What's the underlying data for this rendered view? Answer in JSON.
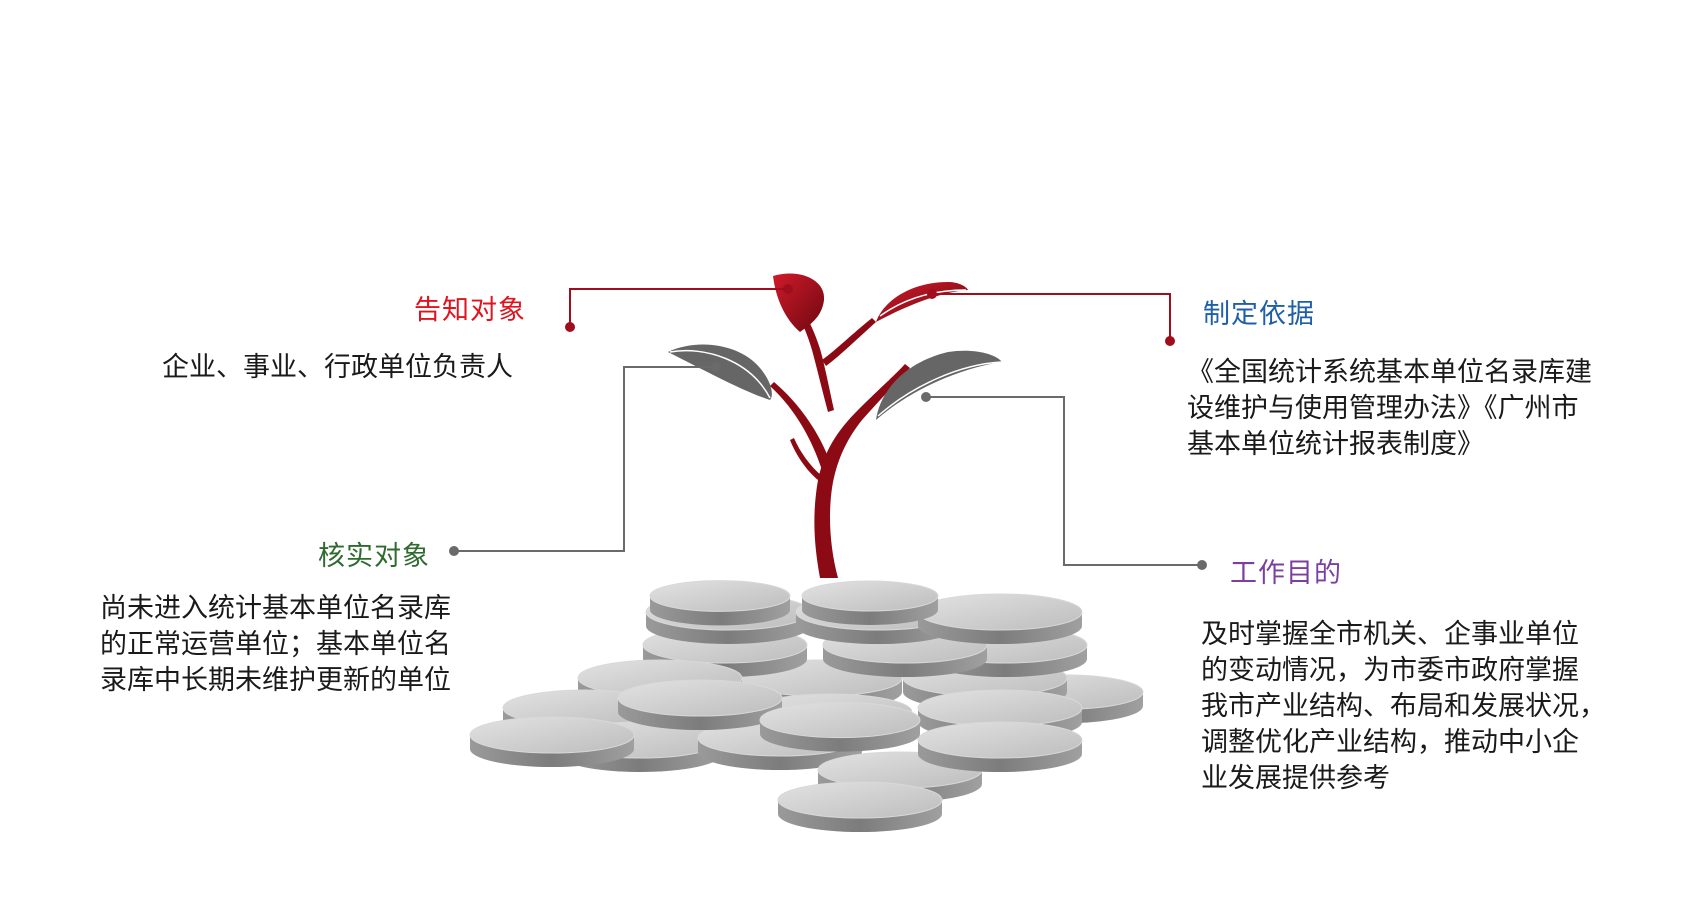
{
  "sections": {
    "notify_target": {
      "title": "告知对象",
      "lines": [
        "企业、事业、行政单位负责人"
      ],
      "color": "#e0141e"
    },
    "basis": {
      "title": "制定依据",
      "lines": [
        "《全国统计系统基本单位名录库建",
        "设维护与使用管理办法》《广州市",
        "基本单位统计报表制度》"
      ],
      "color": "#1f5fa8"
    },
    "verify_target": {
      "title": "核实对象",
      "lines": [
        "尚未进入统计基本单位名录库",
        "的正常运营单位；基本单位名",
        "录库中长期未维护更新的单位"
      ],
      "color": "#2f6b2f"
    },
    "purpose": {
      "title": "工作目的",
      "lines": [
        "及时掌握全市机关、企事业单位",
        "的变动情况，为市委市政府掌握",
        "我市产业结构、布局和发展状况，",
        "调整优化产业结构，推动中小企",
        "业发展提供参考"
      ],
      "color": "#7b3fa0"
    }
  },
  "colors": {
    "stem": "#8b0a14",
    "leaf_red": "#b01020",
    "leaf_gray": "#666666",
    "connector_red": "#a00d1c",
    "connector_gray": "#6a6a6a",
    "coin_top": "#cfcfcf",
    "coin_side": "#8c8c8c"
  }
}
